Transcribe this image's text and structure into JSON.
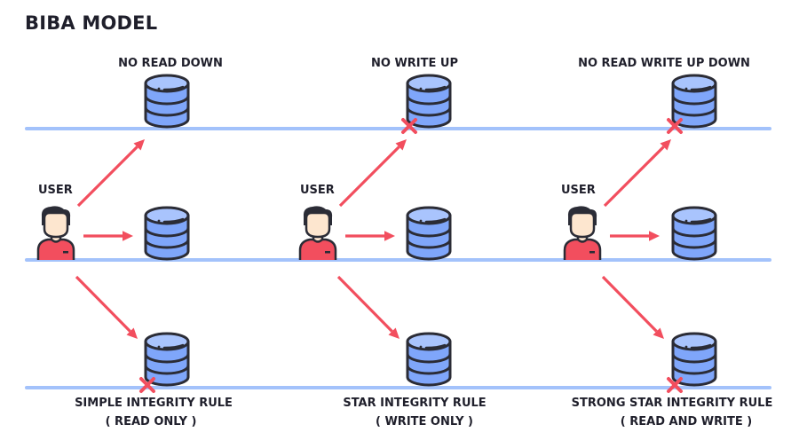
{
  "title": "BIBA MODEL",
  "colors": {
    "level_line": "#a3c2fb",
    "arrow": "#f24e5e",
    "db_fill": "#7fa6fa",
    "db_fill_light": "#a9c4fd",
    "outline": "#2b2c36",
    "skin": "#fde6cf",
    "shirt": "#f24e5e",
    "hair": "#2b2c36"
  },
  "columns": [
    {
      "id": "simple",
      "top_label": "NO READ DOWN",
      "user_label": "USER",
      "rule_name": "SIMPLE INTEGRITY RULE",
      "rule_mode": "( READ ONLY )",
      "blocked": [
        "down"
      ]
    },
    {
      "id": "star",
      "top_label": "NO WRITE UP",
      "user_label": "USER",
      "rule_name": "STAR INTEGRITY RULE",
      "rule_mode": "( WRITE ONLY )",
      "blocked": [
        "up"
      ]
    },
    {
      "id": "strong-star",
      "top_label": "NO READ WRITE UP DOWN",
      "user_label": "USER",
      "rule_name": "STRONG STAR INTEGRITY RULE",
      "rule_mode": "( READ AND WRITE )",
      "blocked": [
        "up",
        "down"
      ]
    }
  ]
}
